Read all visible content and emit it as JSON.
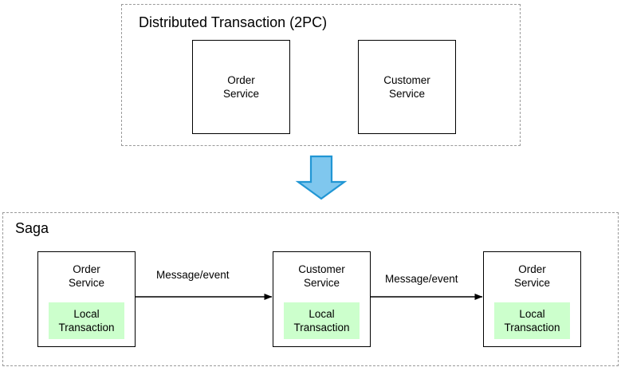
{
  "diagram": {
    "title_top": "Distributed Transaction (2PC)",
    "title_bottom": "Saga",
    "groups": [
      {
        "id": "2pc",
        "label": "Distributed Transaction (2PC)",
        "nodes": [
          {
            "id": "2pc-order",
            "label": "Order\nService"
          },
          {
            "id": "2pc-customer",
            "label": "Customer\nService"
          }
        ]
      },
      {
        "id": "saga",
        "label": "Saga",
        "nodes": [
          {
            "id": "saga-1",
            "label": "Order\nService",
            "chip": "Local\nTransaction"
          },
          {
            "id": "saga-2",
            "label": "Customer\nService",
            "chip": "Local\nTransaction"
          },
          {
            "id": "saga-3",
            "label": "Order\nService",
            "chip": "Local\nTransaction"
          }
        ]
      }
    ],
    "edges": [
      {
        "id": "edge-1",
        "from": "saga-1",
        "to": "saga-2",
        "label": "Message/event"
      },
      {
        "id": "edge-2",
        "from": "saga-2",
        "to": "saga-3",
        "label": "Message/event"
      }
    ],
    "transition_arrow": {
      "name": "down-arrow",
      "direction": "down",
      "fill": "#7fc7ee",
      "stroke": "#2196d4"
    },
    "colors": {
      "chip_background": "#ccffcc",
      "group_border": "#9a9a9a",
      "node_border": "#000000",
      "canvas_background": "#ffffff",
      "text": "#000000"
    }
  }
}
